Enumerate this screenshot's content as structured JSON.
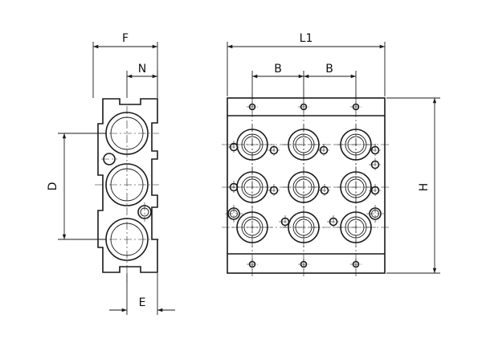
{
  "drawing": {
    "side_view": {
      "dimension_labels": {
        "F": "F",
        "N": "N",
        "D": "D",
        "E": "E"
      }
    },
    "front_view": {
      "dimension_labels": {
        "L1": "L1",
        "B_left": "B",
        "B_right": "B",
        "H": "H"
      }
    }
  }
}
